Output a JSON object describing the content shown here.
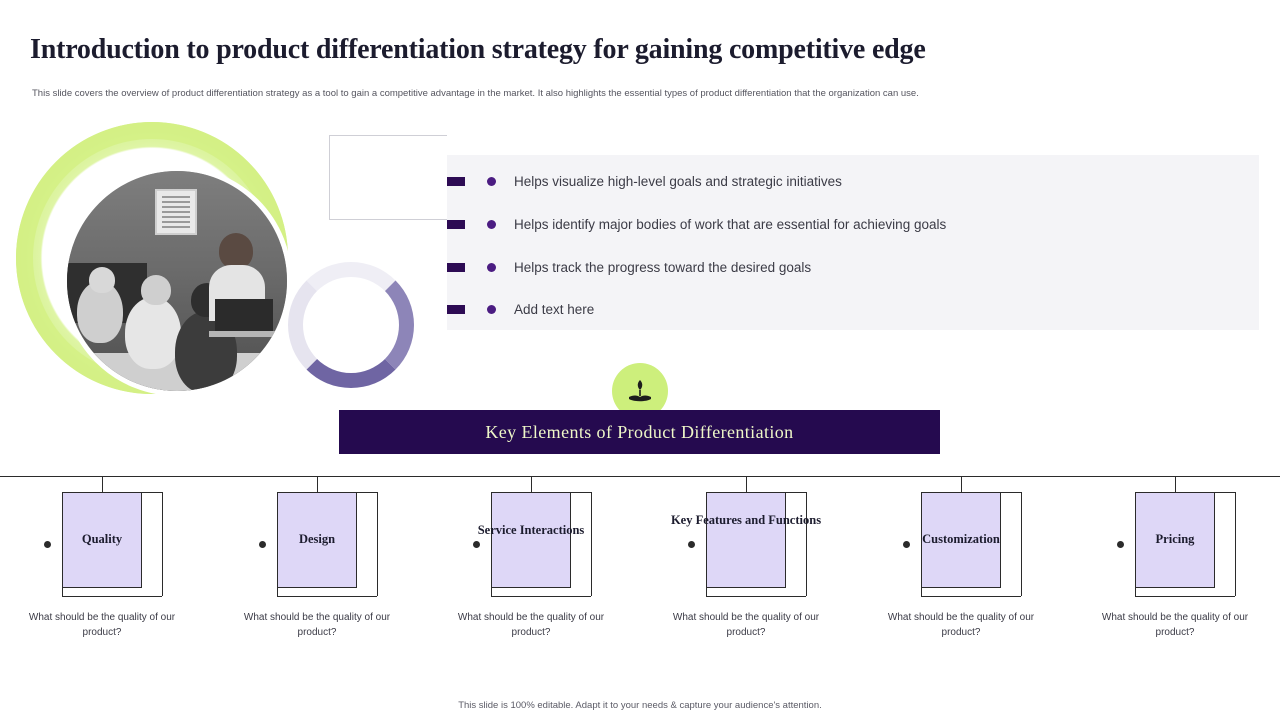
{
  "header": {
    "title": "Introduction to product differentiation strategy for gaining competitive edge",
    "subtitle": "This slide covers the overview of product differentiation strategy as a tool to gain a competitive advantage in the market. It also highlights the essential types of product differentiation that the organization can use."
  },
  "bullets": [
    {
      "text": "Helps visualize high-level goals and strategic initiatives"
    },
    {
      "text": "Helps identify major bodies of work that are essential for achieving goals"
    },
    {
      "text": "Helps track the progress toward the desired goals"
    },
    {
      "text": "Add text here"
    }
  ],
  "center_badge": {
    "icon": "hand-holding-plant-icon"
  },
  "key_bar": {
    "label": "Key Elements of Product Differentiation"
  },
  "elements": [
    {
      "label": "Quality",
      "desc": "What should be the quality of our product?"
    },
    {
      "label": "Design",
      "desc": "What should be the quality of our product?"
    },
    {
      "label": "Service Interactions",
      "desc": "What should be the quality of our product?"
    },
    {
      "label": "Key Features and Functions",
      "desc": "What should be the quality of our product?"
    },
    {
      "label": "Customization",
      "desc": "What should be the quality of our product?"
    },
    {
      "label": "Pricing",
      "desc": "What should be the quality of our product?"
    }
  ],
  "footer": {
    "text": "This slide is 100% editable. Adapt it to your needs & capture your audience's attention."
  },
  "colors": {
    "accent_green": "#cdef7c",
    "accent_purple": "#250a4f",
    "card_fill": "#ded7f7",
    "panel_bg": "#f4f4f7",
    "bullet_dot": "#4b1c82"
  }
}
